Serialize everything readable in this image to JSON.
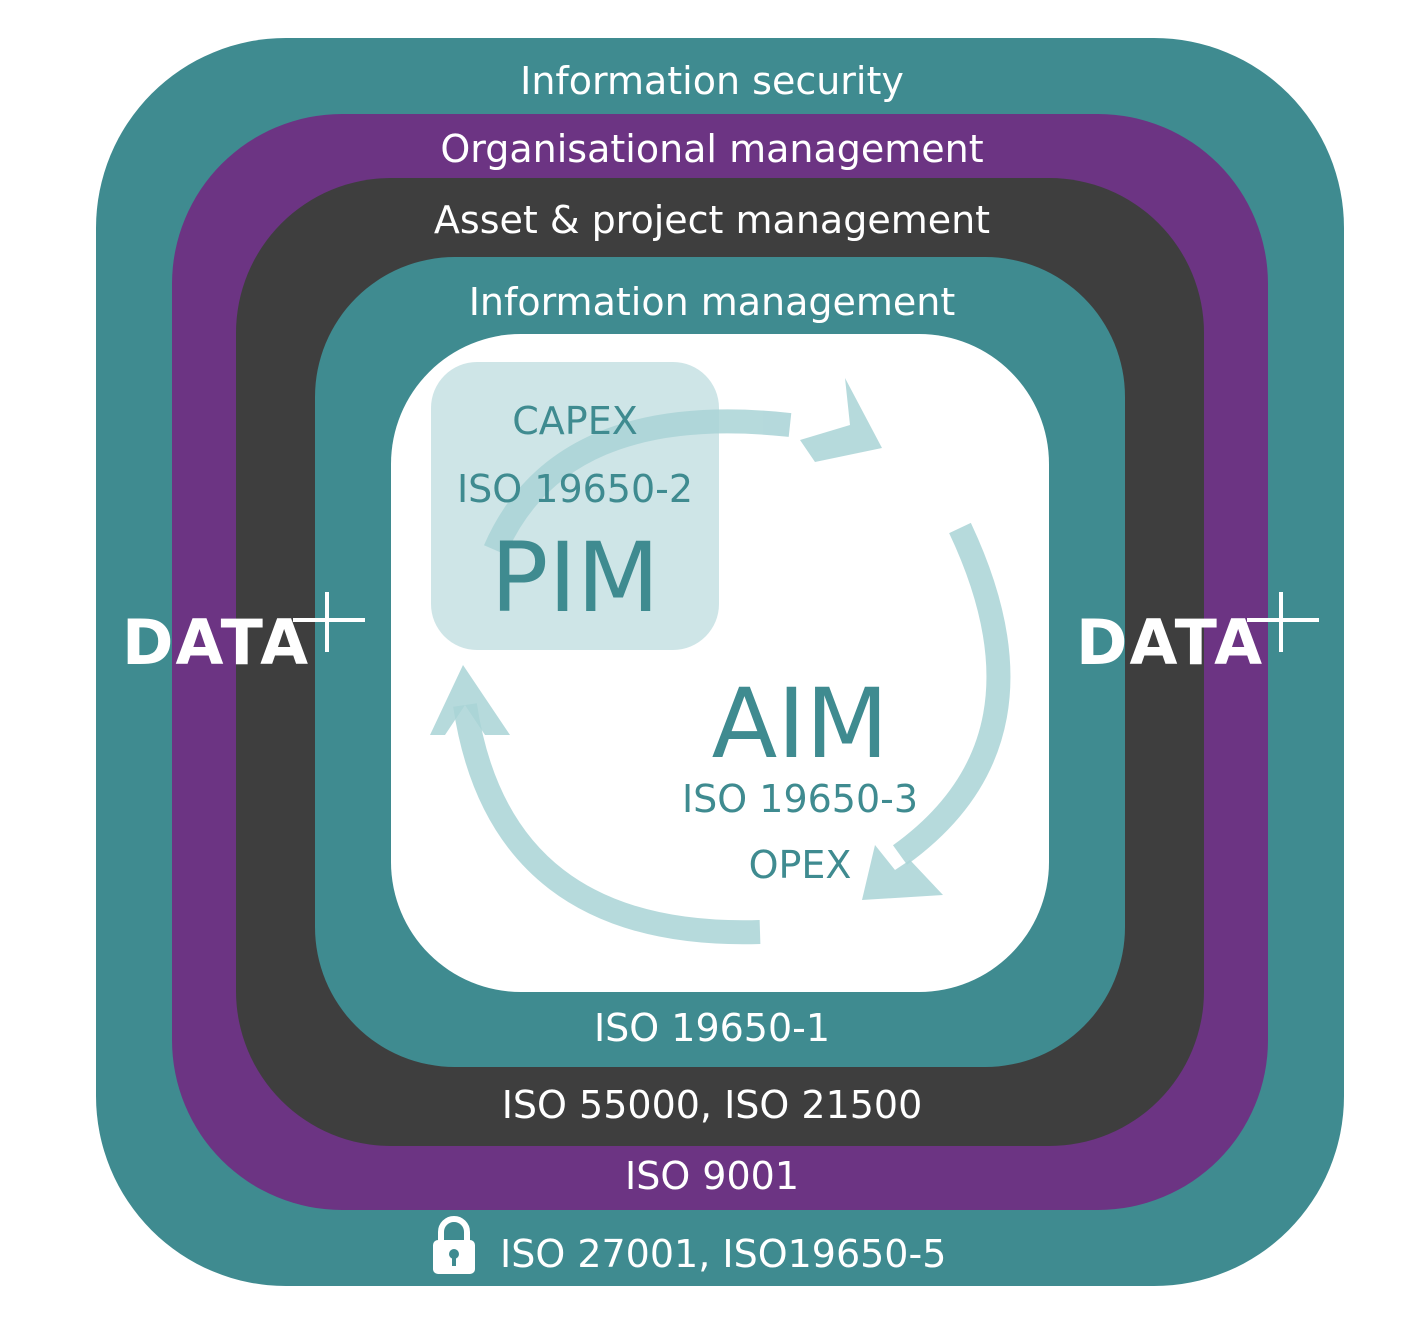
{
  "layers": [
    {
      "top_label": "Information security",
      "bottom_label": "ISO 27001, ISO19650-5",
      "color": "#3f8b90"
    },
    {
      "top_label": "Organisational management",
      "bottom_label": "ISO 9001",
      "color": "#6c3483"
    },
    {
      "top_label": "Asset & project management",
      "bottom_label": "ISO 55000, ISO 21500",
      "color": "#3e3e3e"
    },
    {
      "top_label": "Information management",
      "bottom_label": "ISO 19650-1",
      "color": "#3f8b90"
    }
  ],
  "pim": {
    "phase": "CAPEX",
    "standard": "ISO 19650-2",
    "title": "PIM"
  },
  "aim": {
    "title": "AIM",
    "standard": "ISO 19650-3",
    "phase": "OPEX"
  },
  "logo_text": "DATA",
  "icons": [
    "lock-icon",
    "plus-icon",
    "cycle-arrow-icon"
  ],
  "colors": {
    "teal": "#3f8b90",
    "purple": "#6c3483",
    "dark": "#3e3e3e",
    "arrow": "#a9d3d6",
    "pim_box": "#bcdcdf"
  }
}
